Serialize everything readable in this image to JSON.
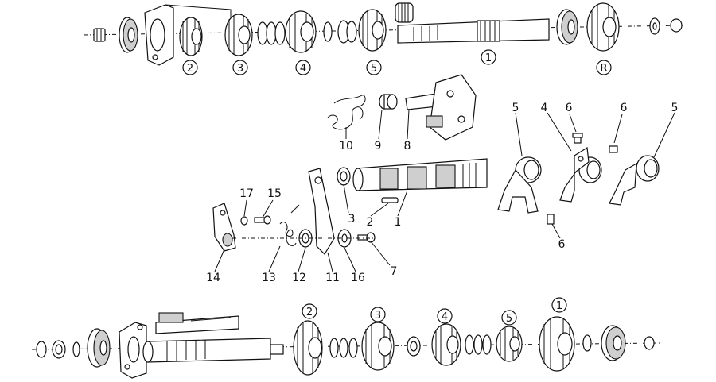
{
  "top_shaft": {
    "labels": [
      "2",
      "3",
      "4",
      "5",
      "1",
      "R"
    ]
  },
  "selector": {
    "labels": [
      "10",
      "9",
      "8",
      "5",
      "4",
      "6",
      "6",
      "5",
      "3",
      "2",
      "1",
      "6",
      "17",
      "15",
      "14",
      "13",
      "12",
      "11",
      "16",
      "7"
    ]
  },
  "bottom_shaft": {
    "labels": [
      "2",
      "3",
      "4",
      "5",
      "1"
    ]
  }
}
